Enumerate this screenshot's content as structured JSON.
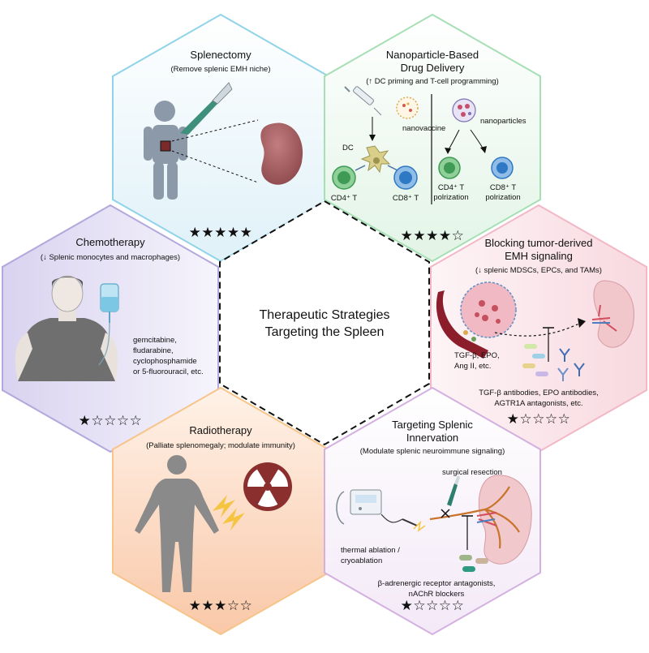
{
  "center": {
    "line1": "Therapeutic Strategies",
    "line2": "Targeting the Spleen"
  },
  "panels": {
    "splenectomy": {
      "title": "Splenectomy",
      "subtitle": "(Remove splenic EMH niche)",
      "rating": 5,
      "stars": "★★★★★",
      "color": "#8fd3e8"
    },
    "nanoparticle": {
      "title_line1": "Nanoparticle-Based",
      "title_line2": "Drug Delivery",
      "subtitle": "(↑ DC priming and T-cell programming)",
      "rating": 4,
      "stars": "★★★★☆",
      "color": "#a6dfb4",
      "labels": {
        "nanovaccine": "nanovaccine",
        "nanoparticles": "nanoparticles",
        "dc": "DC",
        "cd4": "CD4⁺ T",
        "cd8": "CD8⁺ T",
        "cd4_pol_1": "CD4⁺ T",
        "cd4_pol_2": "polrization",
        "cd8_pol_1": "CD8⁺ T",
        "cd8_pol_2": "polrization"
      }
    },
    "chemotherapy": {
      "title": "Chemotherapy",
      "subtitle": "(↓ Splenic monocytes and macrophages)",
      "rating": 1,
      "stars": "★☆☆☆☆",
      "color": "#b3a8dc",
      "drugs": [
        "gemcitabine,",
        "fludarabine,",
        "cyclophosphamide",
        "or 5-fluorouracil, etc."
      ]
    },
    "blocking": {
      "title_line1": "Blocking tumor-derived",
      "title_line2": "EMH signaling",
      "subtitle": "(↓ splenic MDSCs, EPCs, and TAMs)",
      "rating": 1,
      "stars": "★☆☆☆☆",
      "color": "#f2b8c6",
      "factors": [
        "TGF-β, EPO,",
        "Ang II, etc."
      ],
      "agents": [
        "TGF-β antibodies, EPO antibodies,",
        "AGTR1A antagonists, etc."
      ]
    },
    "radiotherapy": {
      "title": "Radiotherapy",
      "subtitle": "(Palliate splenomegaly; modulate immunity)",
      "rating": 3,
      "stars": "★★★☆☆",
      "color": "#f7c48a"
    },
    "innervation": {
      "title_line1": "Targeting Splenic",
      "title_line2": "Innervation",
      "subtitle": "(Modulate splenic neuroimmune signaling)",
      "rating": 1,
      "stars": "★☆☆☆☆",
      "color": "#d3b0e0",
      "surgical": "surgical resection",
      "thermal": [
        "thermal ablation /",
        "cryoablation"
      ],
      "agents": [
        "β-adrenergic receptor antagonists,",
        "nAChR blockers"
      ]
    }
  }
}
